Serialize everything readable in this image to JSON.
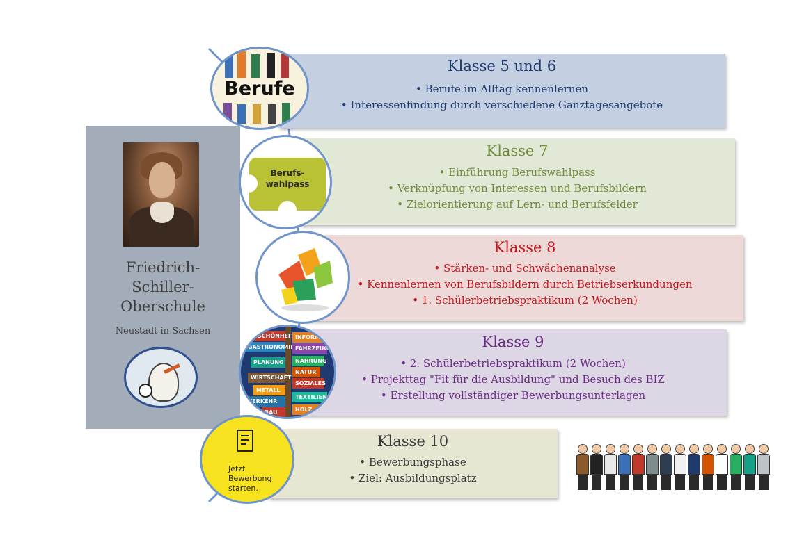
{
  "school": {
    "name_lines": [
      "Friedrich-",
      "Schiller-",
      "Oberschule"
    ],
    "town": "Neustadt in Sachsen",
    "seal_icon": "school-seal-stork-icon",
    "portrait_icon": "friedrich-schiller-portrait"
  },
  "icons": {
    "berufe_label": "Berufe",
    "puzzle_lines": [
      "Berufs-",
      "wahlpass"
    ],
    "bewerbung_lines": [
      "Jetzt",
      "Bewerbung",
      "starten."
    ],
    "signpost_labels": [
      "SCHÖNHEIT",
      "INFORMATI",
      "GASTRONOMIE",
      "FAHRZEUGE",
      "PLANUNG",
      "NAHRUNG",
      "NATUR",
      "WIRTSCHAFT",
      "SOZIALES",
      "METALL",
      "VERKEHR",
      "TEXTILIEN",
      "BAU",
      "HOLZ"
    ]
  },
  "classes": [
    {
      "title": "Klasse 5 und 6",
      "color": "#1f3a6d",
      "items": [
        "• Berufe im Alltag kennenlernen",
        "• Interessenfindung durch verschiedene Ganztagesangebote"
      ]
    },
    {
      "title": "Klasse 7",
      "color": "#6f8b3a",
      "items": [
        "•  Einführung Berufswahlpass",
        "• Verknüpfung von Interessen und Berufsbildern",
        "• Zielorientierung auf Lern- und Berufsfelder"
      ]
    },
    {
      "title": "Klasse 8",
      "color": "#c4161c",
      "items": [
        "• Stärken- und Schwächenanalyse",
        "• Kennenlernen von Berufsbildern durch Betriebserkundungen",
        "• 1. Schülerbetriebspraktikum (2 Wochen)"
      ]
    },
    {
      "title": "Klasse 9",
      "color": "#6c2a85",
      "items": [
        "• 2. Schülerbetriebspraktikum (2 Wochen)",
        "• Projekttag \"Fit für die Ausbildung\" und Besuch des BIZ",
        "• Erstellung vollständiger Bewerbungsunterlagen"
      ]
    },
    {
      "title": "Klasse 10",
      "color": "#3a3a3a",
      "items": [
        "• Bewerbungsphase",
        "• Ziel: Ausbildungsplatz"
      ]
    }
  ]
}
